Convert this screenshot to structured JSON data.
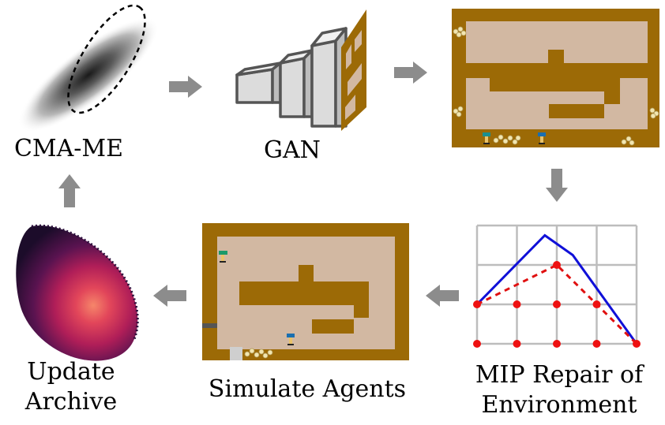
{
  "labels": {
    "cma_me": "CMA-ME",
    "gan": "GAN",
    "mip_line1": "MIP Repair of",
    "mip_line2": "Environment",
    "simulate": "Simulate Agents",
    "update_line1": "Update",
    "update_line2": "Archive"
  },
  "colors": {
    "arrow": "#8c8c8c",
    "wall": "#9c6a06",
    "floor": "#d2b8a2",
    "grid": "#bdbdbd",
    "solid_line": "#1010d8",
    "dashed_line": "#e01010",
    "point": "#ee1111"
  },
  "chart_data": {
    "type": "line",
    "series": [
      {
        "style": "solid",
        "points": [
          [
            0,
            1
          ],
          [
            1.7,
            2.75
          ],
          [
            2.4,
            2.25
          ],
          [
            4,
            0
          ]
        ]
      },
      {
        "style": "dashed",
        "points": [
          [
            0,
            1
          ],
          [
            2,
            2
          ],
          [
            3,
            1
          ],
          [
            4,
            0
          ]
        ]
      }
    ],
    "grid_points": [
      [
        2,
        2
      ],
      [
        0,
        1
      ],
      [
        1,
        1
      ],
      [
        2,
        1
      ],
      [
        3,
        1
      ],
      [
        0,
        0
      ],
      [
        1,
        0
      ],
      [
        2,
        0
      ],
      [
        3,
        0
      ],
      [
        4,
        0
      ]
    ],
    "xlim": [
      0,
      4
    ],
    "ylim": [
      0,
      3
    ]
  }
}
